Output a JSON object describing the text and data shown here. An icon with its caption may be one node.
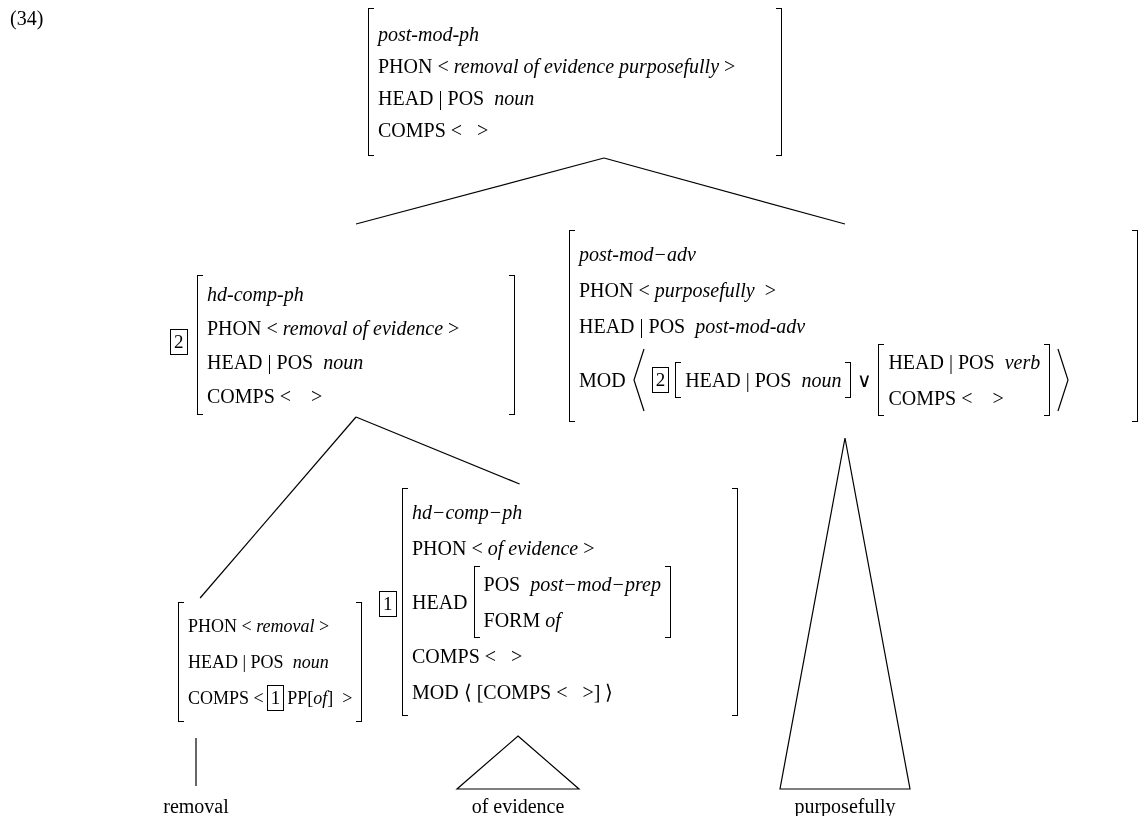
{
  "diagram": {
    "nodes": [
      {
        "text": [
          "post-mod-ph",
          "PHON < *removal of evidence purposefully* >",
          "HEAD | POS  *noun*",
          "COMPS <   >"
        ]
      },
      {
        "text": [
          "2"
        ]
      },
      {
        "text": [
          "hd-comp-ph",
          "PHON < *removal of evidence* >",
          "HEAD | POS  *noun*",
          "COMPS <    >"
        ]
      },
      {
        "text": [
          "post-mod−adv",
          "PHON < *purposefully*  >",
          "HEAD | POS  *post-mod-adv*",
          "MOD",
          "∨"
        ]
      },
      {
        "text": [
          "2"
        ],
        "in": 3
      },
      {
        "text": [
          "HEAD | POS  *noun*"
        ],
        "in": 3
      },
      {
        "text": [
          "HEAD | POS  *verb*",
          "COMPS <    >"
        ],
        "in": 3
      },
      {
        "text": [
          "PHON < *removal* >",
          "HEAD | POS  *noun*",
          "COMPS <",
          "PP[*of*]  >"
        ]
      },
      {
        "text": [
          "1"
        ],
        "in": 7
      },
      {
        "text": [
          "1"
        ]
      },
      {
        "text": [
          "hd−comp−ph",
          "PHON < *of evidence* >",
          "HEAD",
          "COMPS <   >",
          "MOD ⟨ [COMPS <   >] ⟩"
        ]
      },
      {
        "text": [
          "POS  *post−mod−prep*",
          "FORM *of*"
        ],
        "in": 10
      },
      {
        "text": [
          "removal"
        ]
      },
      {
        "text": [
          "of evidence"
        ]
      },
      {
        "text": [
          "purposefully"
        ]
      }
    ],
    "edges": [
      {
        "from": 0,
        "to": 2,
        "arrow": "none"
      },
      {
        "from": 0,
        "to": 3,
        "arrow": "none"
      },
      {
        "from": 2,
        "to": 7,
        "arrow": "none"
      },
      {
        "from": 2,
        "to": 10,
        "arrow": "none"
      },
      {
        "from": 7,
        "to": 12,
        "arrow": "none"
      },
      {
        "from": 10,
        "to": 13,
        "arrow": "none"
      },
      {
        "from": 3,
        "to": 14,
        "arrow": "none"
      }
    ],
    "labels": [
      "(34)"
    ]
  }
}
